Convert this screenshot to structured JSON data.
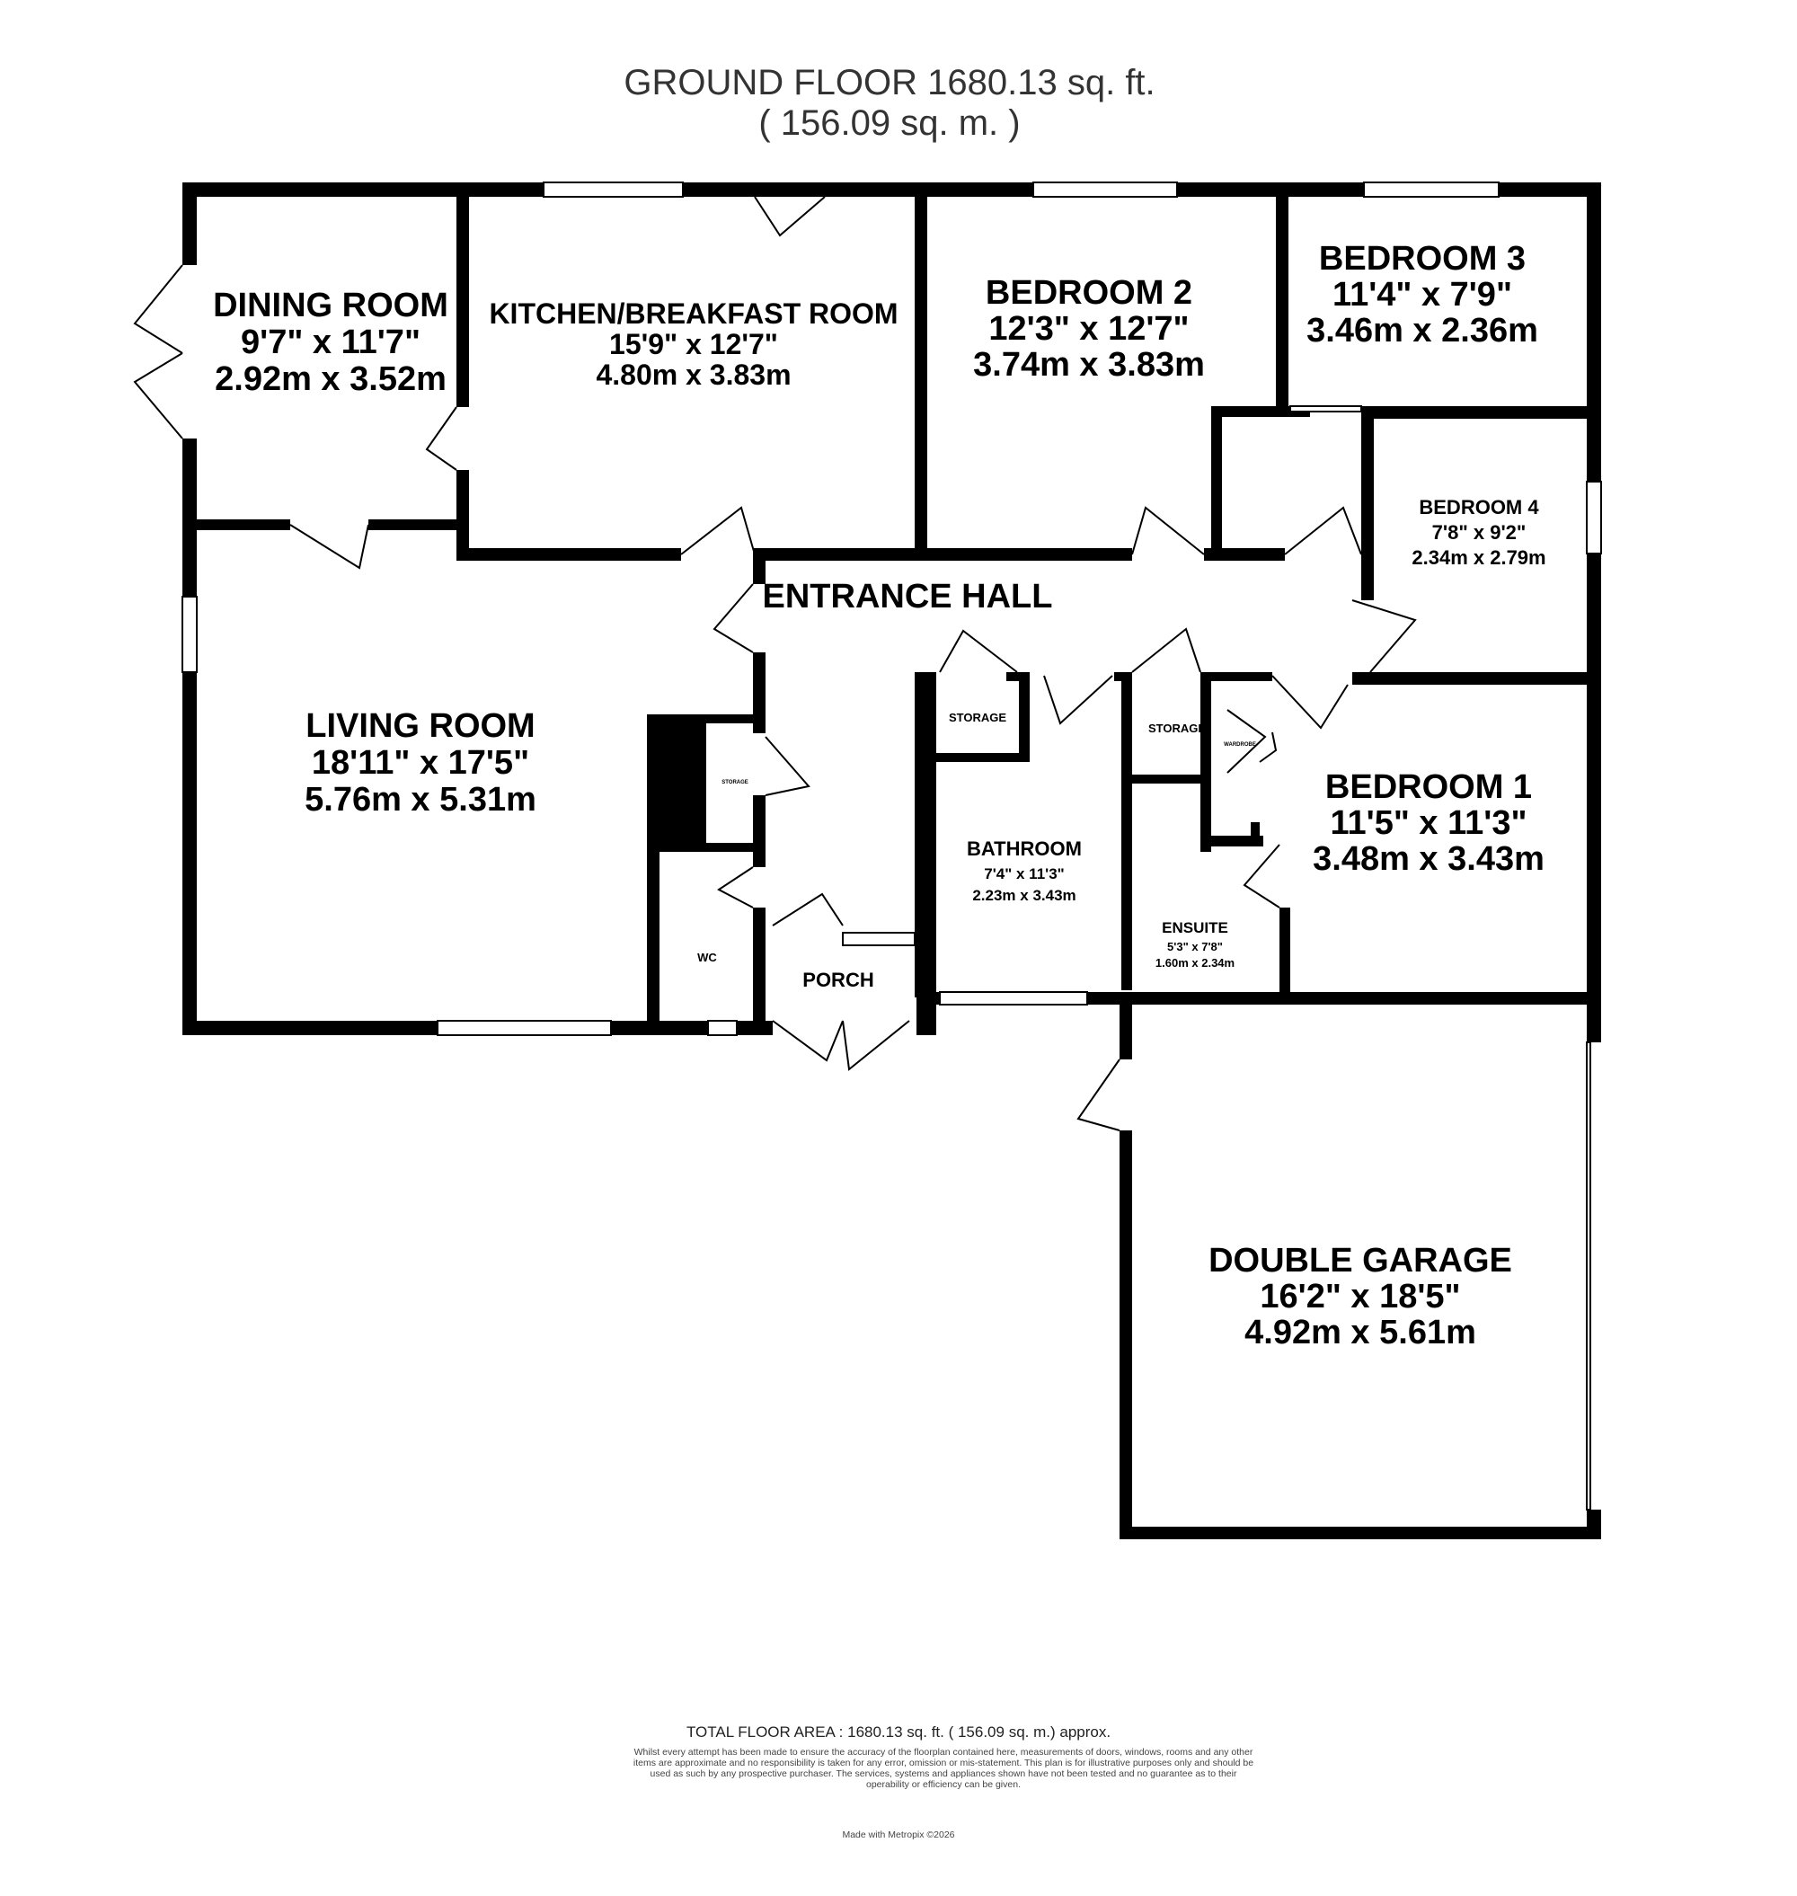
{
  "title": {
    "line1": "GROUND FLOOR 1680.13 sq. ft.",
    "line2": "( 156.09 sq. m. )"
  },
  "rooms": {
    "dining": {
      "name": "DINING ROOM",
      "imperial": "9'7\" x 11'7\"",
      "metric": "2.92m x 3.52m"
    },
    "kitchen": {
      "name": "KITCHEN/BREAKFAST ROOM",
      "imperial": "15'9\" x 12'7\"",
      "metric": "4.80m x 3.83m"
    },
    "bedroom2": {
      "name": "BEDROOM 2",
      "imperial": "12'3\" x 12'7\"",
      "metric": "3.74m x 3.83m"
    },
    "bedroom3": {
      "name": "BEDROOM 3",
      "imperial": "11'4\" x 7'9\"",
      "metric": "3.46m x 2.36m"
    },
    "bedroom4": {
      "name": "BEDROOM 4",
      "imperial": "7'8\" x 9'2\"",
      "metric": "2.34m x 2.79m"
    },
    "entrance": {
      "name": "ENTRANCE HALL"
    },
    "living": {
      "name": "LIVING ROOM",
      "imperial": "18'11\" x 17'5\"",
      "metric": "5.76m x 5.31m"
    },
    "bedroom1": {
      "name": "BEDROOM 1",
      "imperial": "11'5\" x 11'3\"",
      "metric": "3.48m x 3.43m"
    },
    "bathroom": {
      "name": "BATHROOM",
      "imperial": "7'4\" x 11'3\"",
      "metric": "2.23m x 3.43m"
    },
    "ensuite": {
      "name": "ENSUITE",
      "imperial": "5'3\" x 7'8\"",
      "metric": "1.60m x 2.34m"
    },
    "porch": {
      "name": "PORCH"
    },
    "wc": {
      "name": "WC"
    },
    "storage": {
      "name": "STORAGE"
    },
    "wardrobe": {
      "name": "WARDROBE"
    },
    "garage": {
      "name": "DOUBLE GARAGE",
      "imperial": "16'2\" x 18'5\"",
      "metric": "4.92m x 5.61m"
    }
  },
  "footer": {
    "total_area": "TOTAL FLOOR AREA : 1680.13 sq. ft. ( 156.09 sq. m.) approx.",
    "disclaimer": "Whilst every attempt has been made to ensure the accuracy of the floorplan contained here, measurements of doors, windows, rooms and any other items are approximate and no responsibility is taken for any error, omission or mis-statement. This plan is for illustrative purposes only and should be used as such by any prospective purchaser. The services, systems and appliances shown have not been tested and no guarantee as to their operability or efficiency can be given.",
    "credit": "Made with Metropix ©2026"
  }
}
